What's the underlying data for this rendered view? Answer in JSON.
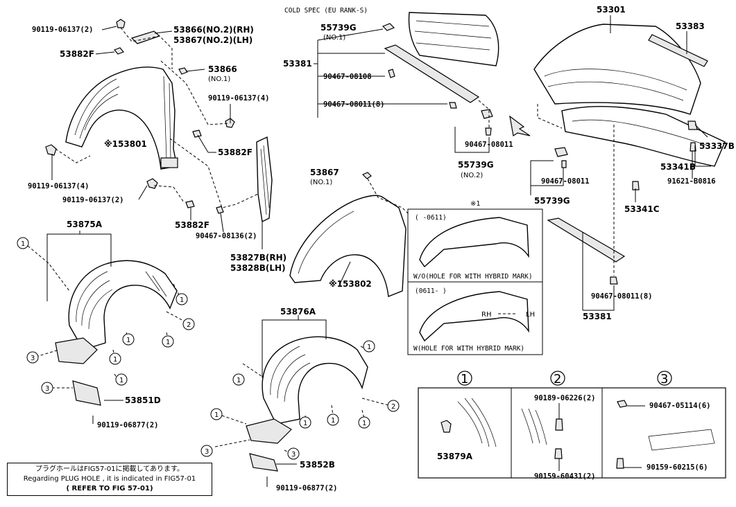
{
  "header": {
    "cold_spec": "COLD SPEC (EU RANK-S)"
  },
  "parts": {
    "p90119_06137_2_top": "90119-06137(2)",
    "p53866_no2_rh": "53866(NO.2)(RH)",
    "p53867_no2_lh": "53867(NO.2)(LH)",
    "p53882f_top": "53882F",
    "p53866": "53866",
    "p53866_sub": "(NO.1)",
    "p90119_06137_4_a": "90119-06137(4)",
    "p153801": "※153801",
    "p53882f_mid": "53882F",
    "p90119_06137_4_b": "90119-06137(4)",
    "p90119_06137_2_b": "90119-06137(2)",
    "p53882f_low": "53882F",
    "p90467_08136": "90467-08136(2)",
    "p53827b": "53827B(RH)",
    "p53828b": "53828B(LH)",
    "p55739g_1": "55739G",
    "p55739g_1_sub": "(NO.1)",
    "p53381_top": "53381",
    "p90467_08108": "90467-08108",
    "p90467_08011_8_a": "90467-08011(8)",
    "p90467_08011_a": "90467-08011",
    "p55739g_2": "55739G",
    "p55739g_2_sub": "(NO.2)",
    "p53867_no1": "53867",
    "p53867_no1_sub": "(NO.1)",
    "p153802": "※153802",
    "p53301": "53301",
    "p53383": "53383",
    "p53337b": "53337B",
    "p53341b": "53341B",
    "p91621_b0816": "91621-B0816",
    "p90467_08011_b": "90467-08011",
    "p55739g_3": "55739G",
    "p53341c": "53341C",
    "p90467_08011_8_b": "90467-08011(8)",
    "p53381_bot": "53381",
    "p53875a": "53875A",
    "p53851d": "53851D",
    "p90119_06877_a": "90119-06877(2)",
    "p53876a": "53876A",
    "p53852b": "53852B",
    "p90119_06877_b": "90119-06877(2)",
    "p53879a": "53879A",
    "p90189_06226": "90189-06226(2)",
    "p90159_60431": "90159-60431(2)",
    "p90467_05114": "90467-05114(6)",
    "p90159_60215": "90159-60215(6)"
  },
  "variant_box": {
    "marker": "※1",
    "top_range": "(     -0611)",
    "top_caption": "W/O(HOLE FOR WITH HYBRID MARK)",
    "bottom_range": "(0611-     )",
    "bottom_caption": "W(HOLE FOR WITH HYBRID MARK)",
    "rh": "RH",
    "lh": "LH"
  },
  "legend": {
    "n1": "1",
    "n2": "2",
    "n3": "3"
  },
  "callouts": {
    "one": "1",
    "two": "2",
    "three": "3"
  },
  "note": {
    "line1": "プラグホールはFIG57-01に掲載してあります。",
    "line2": "Regarding PLUG HOLE , it is indicated in FIG57-01",
    "line3": "( REFER TO FIG 57-01)"
  }
}
